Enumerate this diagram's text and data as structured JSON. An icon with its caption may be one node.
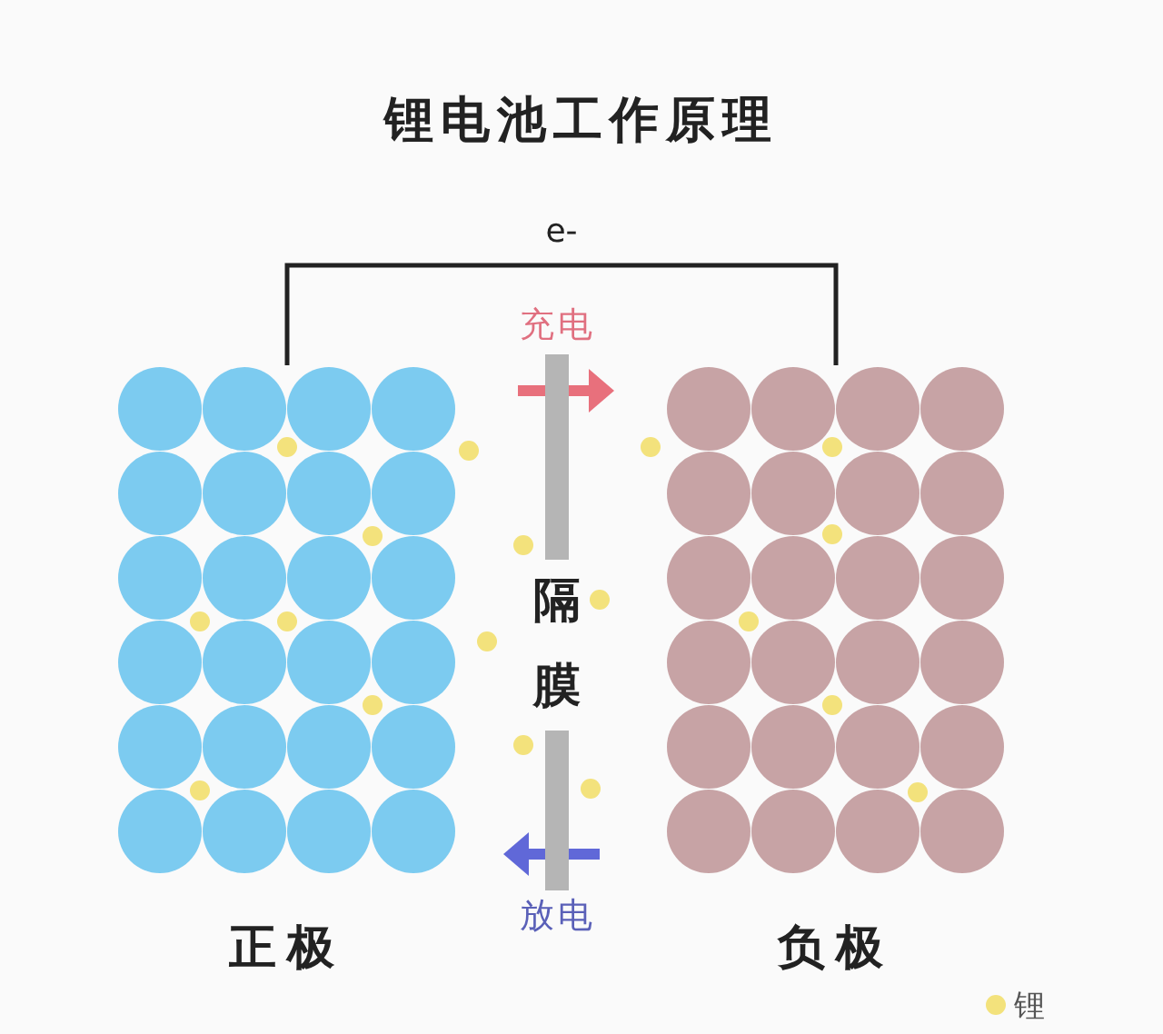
{
  "diagram": {
    "title": "锂电池工作原理",
    "nodes": [
      {
        "text": [
          "正极"
        ]
      },
      {
        "text": [
          "负极"
        ]
      },
      {
        "text": [
          "隔膜"
        ]
      }
    ],
    "edges": [
      {
        "from": 0,
        "to": 1,
        "arrow": "none",
        "label": "e-"
      }
    ],
    "labels": [
      "充电",
      "放电"
    ],
    "legend": [
      {
        "text": "锂",
        "color": "#f3e27c"
      }
    ]
  }
}
